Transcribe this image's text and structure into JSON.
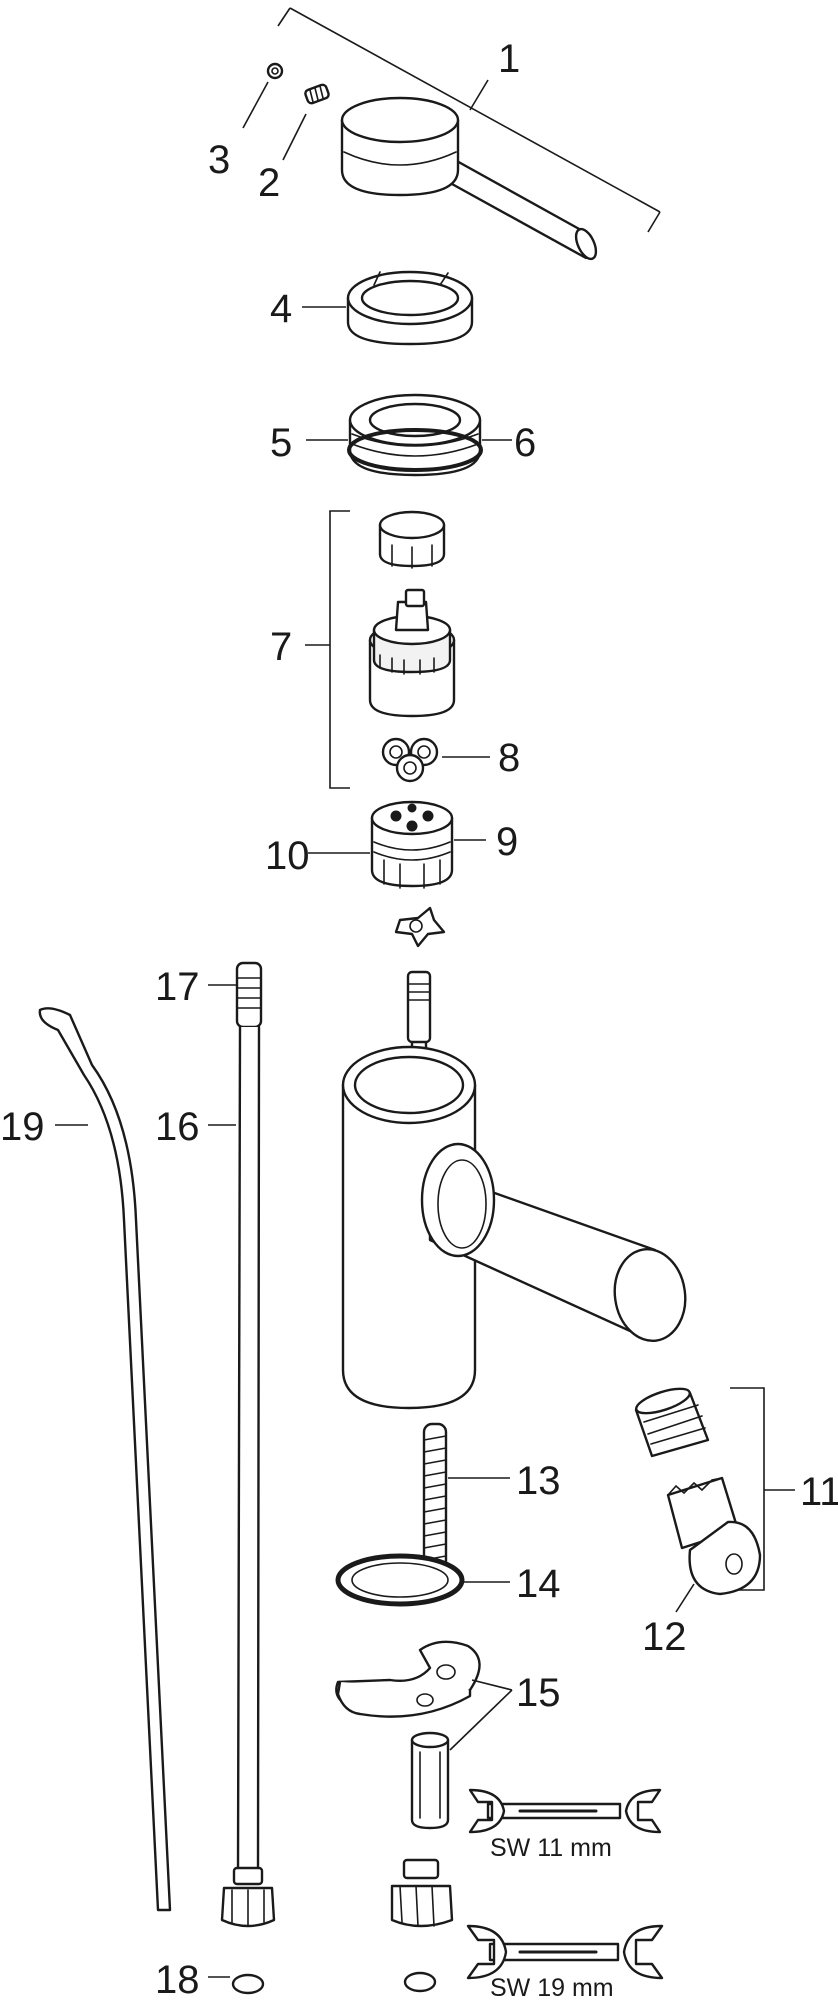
{
  "callouts": {
    "c1": "1",
    "c2": "2",
    "c3": "3",
    "c4": "4",
    "c5": "5",
    "c6": "6",
    "c7": "7",
    "c8": "8",
    "c9": "9",
    "c10": "10",
    "c11": "11",
    "c12": "12",
    "c13": "13",
    "c14": "14",
    "c15": "15",
    "c16": "16",
    "c17": "17",
    "c18": "18",
    "c19": "19"
  },
  "wrenches": {
    "small": "SW 11 mm",
    "large": "SW 19 mm"
  }
}
